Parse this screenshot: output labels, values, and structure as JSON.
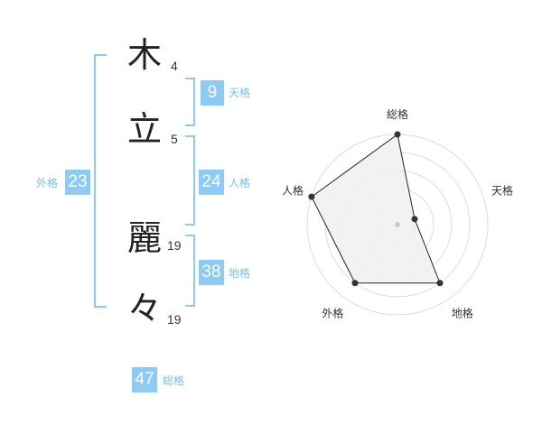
{
  "name": {
    "chars": [
      {
        "char": "木",
        "strokes": "4"
      },
      {
        "char": "立",
        "strokes": "5"
      },
      {
        "char": "麗",
        "strokes": "19"
      },
      {
        "char": "々",
        "strokes": "19"
      }
    ]
  },
  "kaku": {
    "tenkaku": {
      "value": "9",
      "label": "天格"
    },
    "jinkaku": {
      "value": "24",
      "label": "人格"
    },
    "chikaku": {
      "value": "38",
      "label": "地格"
    },
    "gaikaku": {
      "value": "23",
      "label": "外格"
    },
    "soukaku": {
      "value": "47",
      "label": "総格"
    }
  },
  "colors": {
    "badge": "#8ccbf5",
    "label": "#79c0ef",
    "bracket": "#8ccbf5",
    "radar_fill": "#f0f0f0",
    "radar_line": "#222222"
  },
  "chart_data": {
    "type": "radar",
    "axes": [
      "総格",
      "天格",
      "地格",
      "外格",
      "人格"
    ],
    "values": [
      5,
      1,
      4,
      4,
      5
    ],
    "range": [
      0,
      5
    ],
    "rings": 5
  }
}
